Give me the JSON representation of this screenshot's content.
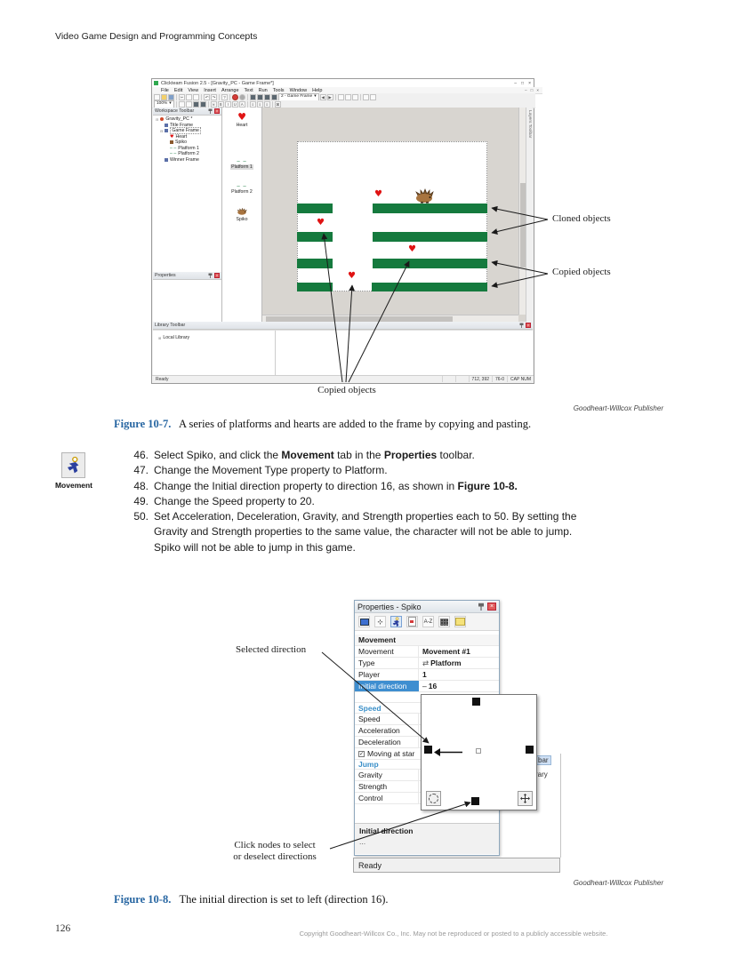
{
  "page": {
    "running_head": "Video Game Design and Programming Concepts",
    "page_number": "126",
    "footer": "Copyright Goodheart-Willcox Co., Inc. May not be reproduced or posted to a publicly accessible website."
  },
  "fig7": {
    "caption_label": "Figure 10-7.",
    "caption_text": "A series of platforms and hearts are added to the frame by copying and pasting.",
    "credit": "Goodheart-Willcox Publisher",
    "labels": {
      "cloned": "Cloned objects",
      "copied_right": "Copied objects",
      "copied_bottom": "Copied objects"
    },
    "window": {
      "title": "Clickteam Fusion 2.5 - [Gravity_PC - Game Frame*]",
      "menus": [
        "File",
        "Edit",
        "View",
        "Insert",
        "Arrange",
        "Text",
        "Run",
        "Tools",
        "Window",
        "Help"
      ],
      "frame_dropdown": "2 - Game Frame",
      "zoom_dropdown": "100%",
      "workspace_title": "Workspace Toolbar",
      "properties_title": "Properties",
      "tree": [
        {
          "label": "Gravity_PC *"
        },
        {
          "label": "Title Frame"
        },
        {
          "label": "Game Frame"
        },
        {
          "label": "Heart"
        },
        {
          "label": "Spiko"
        },
        {
          "label": "Platform 1"
        },
        {
          "label": "Platform 2"
        },
        {
          "label": "Winner Frame"
        }
      ],
      "objects": {
        "heart": "Heart",
        "platform1": "Platform 1",
        "platform2": "Platform 2",
        "spiko": "Spiko"
      },
      "layers_tab": "Layers Toolbar",
      "library_title": "Library Toolbar",
      "library_item": "Local Library",
      "status": {
        "left": "Ready",
        "coords": "712, 392",
        "size": "76-0",
        "locks": "CAP NUM"
      }
    }
  },
  "movement_badge": {
    "label": "Movement"
  },
  "steps": {
    "s46": {
      "num": "46.",
      "pre": "Select Spiko, and click the ",
      "b1": "Movement",
      "mid": " tab in the ",
      "b2": "Properties",
      "post": " toolbar."
    },
    "s47": {
      "num": "47.",
      "text": "Change the Movement Type property to Platform."
    },
    "s48": {
      "num": "48.",
      "pre": "Change the Initial direction property to direction 16, as shown in ",
      "b1": "Figure 10-8."
    },
    "s49": {
      "num": "49.",
      "text": "Change the Speed property to 20."
    },
    "s50": {
      "num": "50.",
      "line1": "Set Acceleration, Deceleration, Gravity, and Strength properties each to 50. By setting the",
      "line2": "Gravity and Strength properties to the same value, the character will not be able to jump.",
      "line3": "Spiko will not be able to jump in this game."
    }
  },
  "fig8": {
    "caption_label": "Figure 10-8.",
    "caption_text": "The initial direction is set to left (direction 16).",
    "credit": "Goodheart-Willcox Publisher",
    "labels": {
      "selected": "Selected direction",
      "click_nodes_1": "Click nodes to select",
      "click_nodes_2": "or deselect directions"
    },
    "panel": {
      "title": "Properties - Spiko",
      "section_movement": "Movement",
      "rows": {
        "movement_label": "Movement",
        "movement_value": "Movement #1",
        "type_label": "Type",
        "type_value": "Platform",
        "player_label": "Player",
        "player_value": "1",
        "initdir_label": "Initial direction",
        "initdir_dash": "–",
        "initdir_value": "16",
        "speed": "Speed",
        "acceleration": "Acceleration",
        "deceleration": "Deceleration",
        "moving": "Moving at star",
        "gravity": "Gravity",
        "strength": "Strength",
        "control": "Control"
      },
      "section_speed": "Speed",
      "section_jump": "Jump",
      "desc_title": "Initial direction",
      "desc_text": "...",
      "status": "Ready"
    },
    "fragments": {
      "f1": "bar",
      "f2": "rary"
    }
  }
}
